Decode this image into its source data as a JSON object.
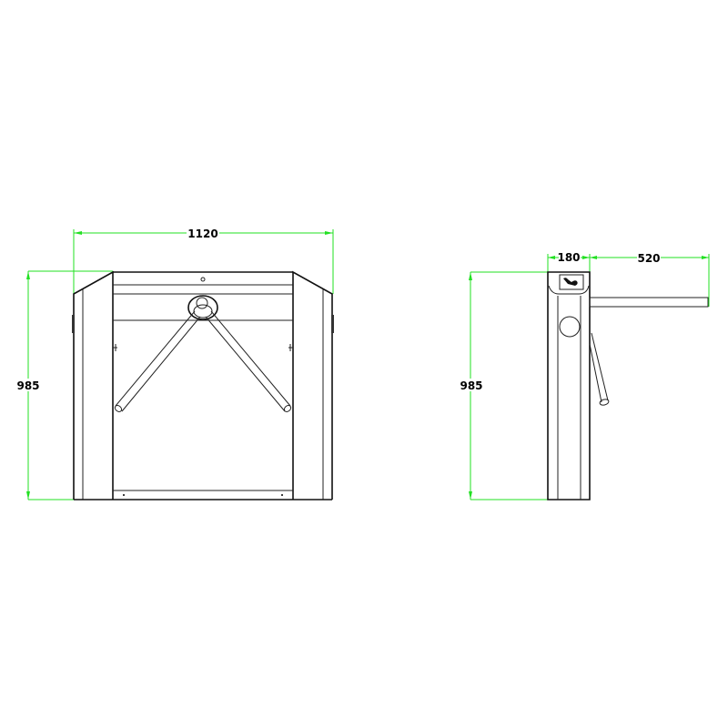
{
  "front_view": {
    "width_label": "1120",
    "height_label": "985"
  },
  "side_view": {
    "width_label": "180",
    "arm_length_label": "520",
    "height_label": "985"
  },
  "colors": {
    "dimension_lines": "#22e022",
    "outline": "#222222"
  }
}
